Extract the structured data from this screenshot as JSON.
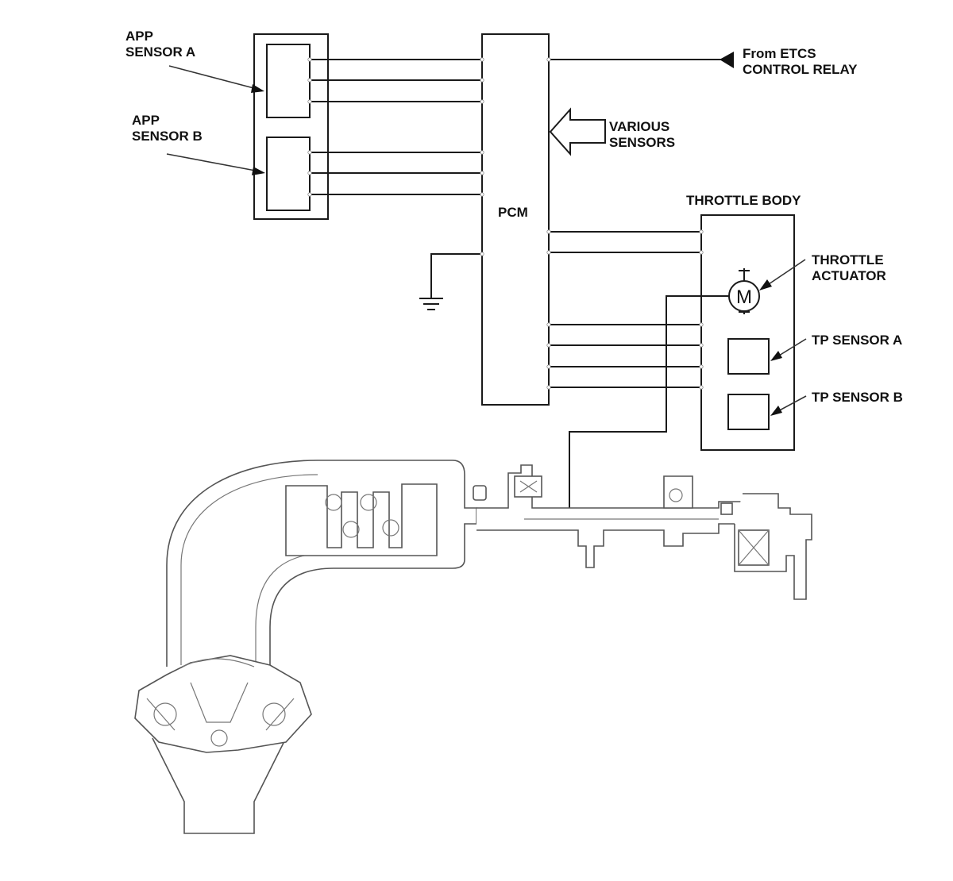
{
  "labels": {
    "app_sensor_a": [
      "APP",
      "SENSOR A"
    ],
    "app_sensor_b": [
      "APP",
      "SENSOR B"
    ],
    "pcm": "PCM",
    "etcs_relay": [
      "From ETCS",
      "CONTROL RELAY"
    ],
    "various_sensors": [
      "VARIOUS",
      "SENSORS"
    ],
    "throttle_body": "THROTTLE BODY",
    "throttle_actuator": [
      "THROTTLE",
      "ACTUATOR"
    ],
    "tp_sensor_a": "TP SENSOR A",
    "tp_sensor_b": "TP SENSOR B",
    "motor_symbol": "M"
  }
}
